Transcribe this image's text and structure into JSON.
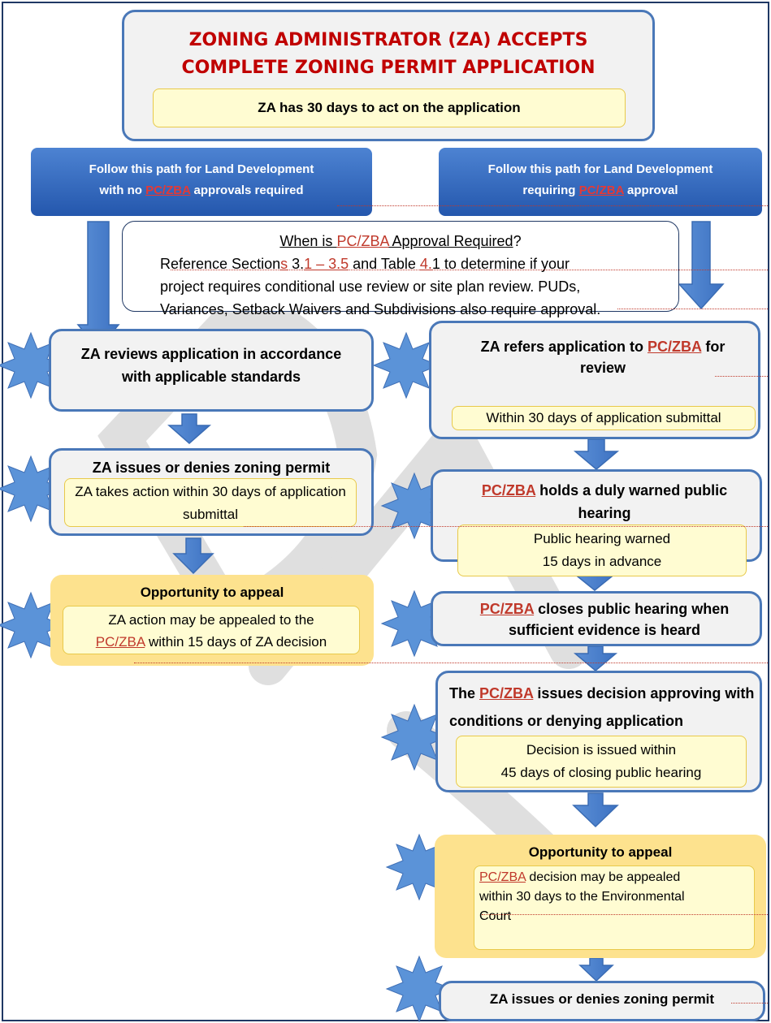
{
  "top": {
    "title_line1": "ZONING ADMINISTRATOR (ZA) ACCEPTS",
    "title_line2": "COMPLETE ZONING PERMIT APPLICATION",
    "note": "ZA has 30 days to act on the application"
  },
  "left_path": {
    "line1": "Follow this path for Land Development",
    "line2_pre": "with no ",
    "line2_link": "PC/ZBA",
    "line2_post": " approvals required"
  },
  "right_path": {
    "line1": "Follow this path for Land Development",
    "line2_pre": "requiring ",
    "line2_link": "PC/ZBA",
    "line2_post": " approval"
  },
  "info": {
    "q_pre": "When is ",
    "q_link": "PC/ZBA",
    "q_post": " Approval Required",
    "q_mark": "?",
    "l2a": "Reference Section",
    "l2b": "s",
    "l2c": " 3.",
    "l2d": "1 – 3.5",
    "l2e": " and Table ",
    "l2f": "4.",
    "l2g": "1 to determine if your",
    "l3": "project requires conditional use review or site plan review. PUDs,",
    "l4": "Variances, Setback Waivers and Subdivisions also require approval."
  },
  "left": {
    "review": "ZA reviews application in accordance with applicable standards",
    "issues_title": "ZA issues or denies zoning permit",
    "issues_note": "ZA takes action within 30 days of application submittal",
    "appeal_title": "Opportunity to appeal",
    "appeal_note_l1": "ZA action may be appealed to the",
    "appeal_note_link": "PC/ZBA",
    "appeal_note_l2": " within 15 days of ZA decision"
  },
  "right": {
    "refer_pre": "ZA refers application to ",
    "refer_link": "PC/ZBA",
    "refer_post": " for review",
    "refer_note": "Within 30 days of application submittal",
    "hearing_link": "PC/ZBA",
    "hearing_post": " holds a duly warned public hearing",
    "hearing_note_l1": "Public hearing warned",
    "hearing_note_l2": "15 days in advance",
    "close_link": "PC/ZBA",
    "close_post": " closes public hearing when sufficient evidence is heard",
    "decision_pre": "The ",
    "decision_link": "PC/ZBA",
    "decision_post": " issues decision approving with conditions or denying application",
    "decision_note_l1": "Decision is issued within",
    "decision_note_l2": "45 days of closing public hearing",
    "appeal_title": "Opportunity to appeal",
    "appeal_link": "PC/ZBA",
    "appeal_l1": " decision may be appealed",
    "appeal_l2": "within 30 days to the Environmental",
    "appeal_l3": "Court",
    "final": "ZA issues or denies zoning permit"
  }
}
